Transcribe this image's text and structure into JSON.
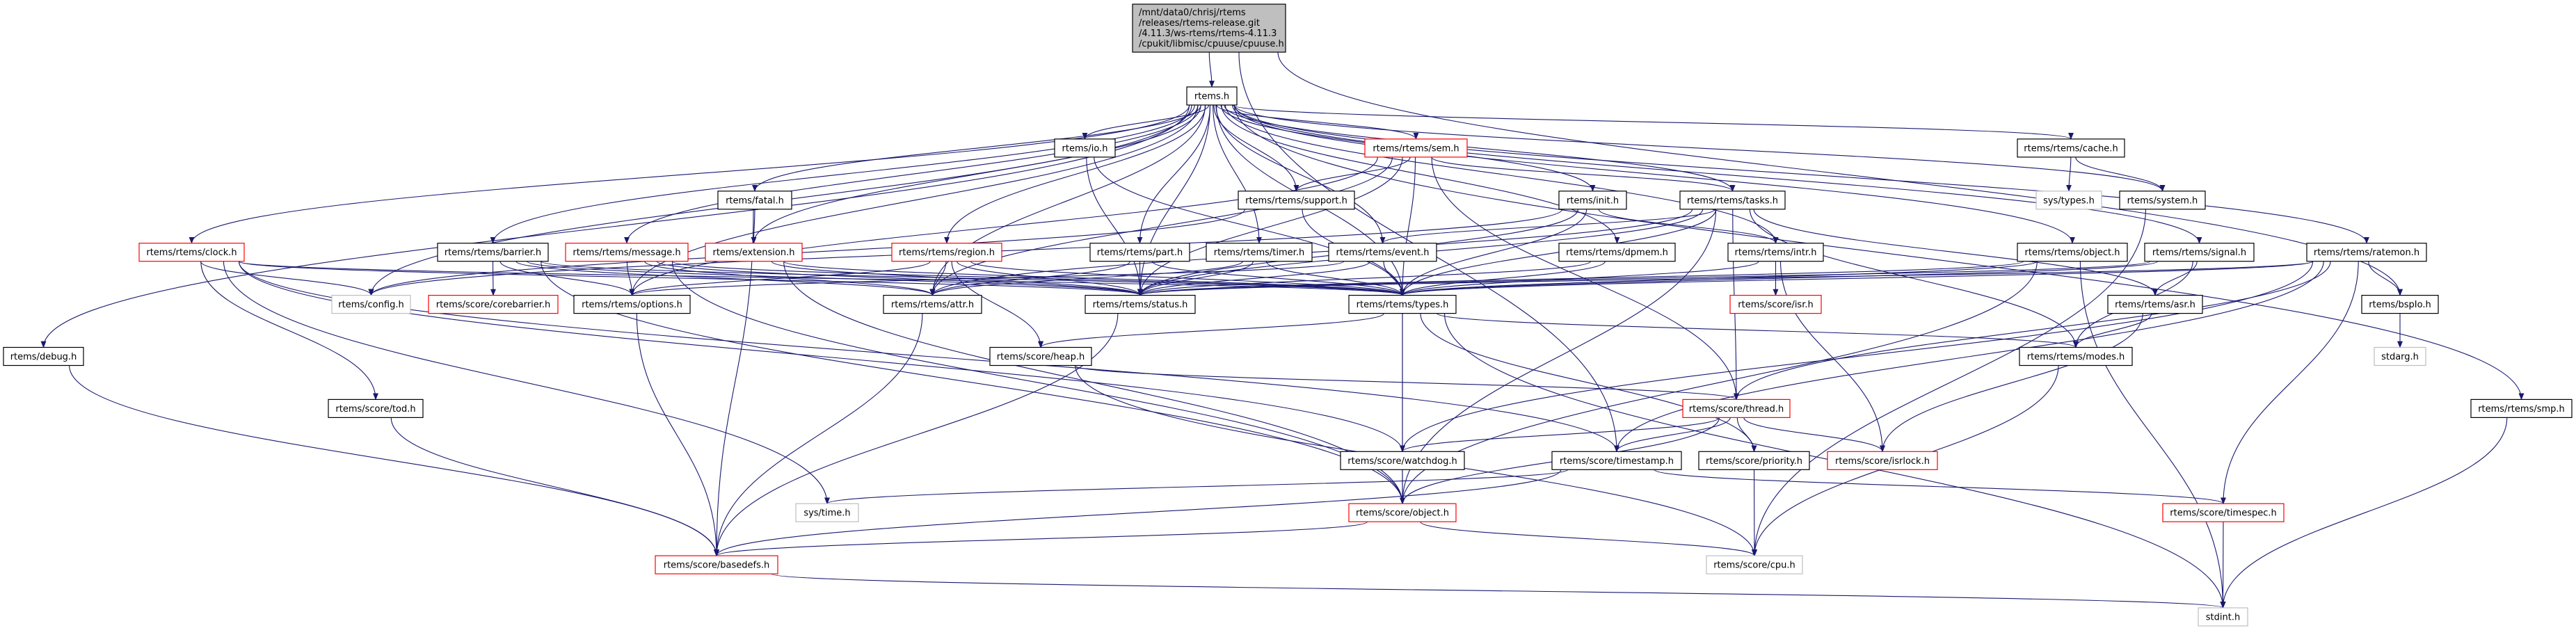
{
  "graph": {
    "root": {
      "id": "root",
      "lines": [
        "/mnt/data0/chrisj/rtems",
        "/releases/rtems-release.git",
        "/4.11.3/ws-rtems/rtems-4.11.3",
        "/cpukit/libmisc/cpuuse/cpuuse.h"
      ],
      "fill": "#bfbfbf"
    },
    "colors": {
      "edge": "#191970",
      "documented_border": "#000000",
      "truncated_border": "#ff0000",
      "undocumented_border": "#bfbfbf"
    },
    "nodes": [
      {
        "id": "rtems",
        "label": "rtems.h",
        "kind": "documented"
      },
      {
        "id": "io",
        "label": "rtems/io.h",
        "kind": "documented"
      },
      {
        "id": "sem",
        "label": "rtems/rtems/sem.h",
        "kind": "truncated"
      },
      {
        "id": "cache",
        "label": "rtems/rtems/cache.h",
        "kind": "documented"
      },
      {
        "id": "fatal",
        "label": "rtems/fatal.h",
        "kind": "documented"
      },
      {
        "id": "support",
        "label": "rtems/rtems/support.h",
        "kind": "documented"
      },
      {
        "id": "init",
        "label": "rtems/init.h",
        "kind": "documented"
      },
      {
        "id": "tasks",
        "label": "rtems/rtems/tasks.h",
        "kind": "documented"
      },
      {
        "id": "systypes",
        "label": "sys/types.h",
        "kind": "undocumented"
      },
      {
        "id": "system",
        "label": "rtems/system.h",
        "kind": "documented"
      },
      {
        "id": "clock",
        "label": "rtems/rtems/clock.h",
        "kind": "truncated"
      },
      {
        "id": "barrier",
        "label": "rtems/rtems/barrier.h",
        "kind": "documented"
      },
      {
        "id": "message",
        "label": "rtems/rtems/message.h",
        "kind": "truncated"
      },
      {
        "id": "extension",
        "label": "rtems/extension.h",
        "kind": "truncated"
      },
      {
        "id": "region",
        "label": "rtems/rtems/region.h",
        "kind": "truncated"
      },
      {
        "id": "part",
        "label": "rtems/rtems/part.h",
        "kind": "documented"
      },
      {
        "id": "timer",
        "label": "rtems/rtems/timer.h",
        "kind": "documented"
      },
      {
        "id": "event",
        "label": "rtems/rtems/event.h",
        "kind": "documented"
      },
      {
        "id": "dpmem",
        "label": "rtems/rtems/dpmem.h",
        "kind": "documented"
      },
      {
        "id": "intr",
        "label": "rtems/rtems/intr.h",
        "kind": "documented"
      },
      {
        "id": "object",
        "label": "rtems/rtems/object.h",
        "kind": "documented"
      },
      {
        "id": "signal",
        "label": "rtems/rtems/signal.h",
        "kind": "documented"
      },
      {
        "id": "ratemon",
        "label": "rtems/rtems/ratemon.h",
        "kind": "documented"
      },
      {
        "id": "config",
        "label": "rtems/config.h",
        "kind": "undocumented"
      },
      {
        "id": "corebarrier",
        "label": "rtems/score/corebarrier.h",
        "kind": "truncated"
      },
      {
        "id": "options",
        "label": "rtems/rtems/options.h",
        "kind": "documented"
      },
      {
        "id": "attr",
        "label": "rtems/rtems/attr.h",
        "kind": "documented"
      },
      {
        "id": "status",
        "label": "rtems/rtems/status.h",
        "kind": "documented"
      },
      {
        "id": "types",
        "label": "rtems/rtems/types.h",
        "kind": "documented"
      },
      {
        "id": "isr",
        "label": "rtems/score/isr.h",
        "kind": "truncated"
      },
      {
        "id": "asr",
        "label": "rtems/rtems/asr.h",
        "kind": "documented"
      },
      {
        "id": "bspio",
        "label": "rtems/bspIo.h",
        "kind": "documented"
      },
      {
        "id": "debug",
        "label": "rtems/debug.h",
        "kind": "documented"
      },
      {
        "id": "heap",
        "label": "rtems/score/heap.h",
        "kind": "documented"
      },
      {
        "id": "modes",
        "label": "rtems/rtems/modes.h",
        "kind": "documented"
      },
      {
        "id": "stdarg",
        "label": "stdarg.h",
        "kind": "undocumented"
      },
      {
        "id": "tod",
        "label": "rtems/score/tod.h",
        "kind": "documented"
      },
      {
        "id": "thread",
        "label": "rtems/score/thread.h",
        "kind": "truncated"
      },
      {
        "id": "smp",
        "label": "rtems/rtems/smp.h",
        "kind": "documented"
      },
      {
        "id": "watchdog",
        "label": "rtems/score/watchdog.h",
        "kind": "documented"
      },
      {
        "id": "timestamp",
        "label": "rtems/score/timestamp.h",
        "kind": "documented"
      },
      {
        "id": "priority",
        "label": "rtems/score/priority.h",
        "kind": "documented"
      },
      {
        "id": "isrlock",
        "label": "rtems/score/isrlock.h",
        "kind": "truncated"
      },
      {
        "id": "systime",
        "label": "sys/time.h",
        "kind": "undocumented"
      },
      {
        "id": "scoreobject",
        "label": "rtems/score/object.h",
        "kind": "truncated"
      },
      {
        "id": "timespec",
        "label": "rtems/score/timespec.h",
        "kind": "truncated"
      },
      {
        "id": "basedefs",
        "label": "rtems/score/basedefs.h",
        "kind": "truncated"
      },
      {
        "id": "cpu",
        "label": "rtems/score/cpu.h",
        "kind": "undocumented"
      },
      {
        "id": "stdint",
        "label": "stdint.h",
        "kind": "undocumented"
      }
    ],
    "edges": [
      [
        "root",
        "rtems"
      ],
      [
        "root",
        "timestamp"
      ],
      [
        "root",
        "bspio"
      ],
      [
        "rtems",
        "config"
      ],
      [
        "rtems",
        "debug"
      ],
      [
        "rtems",
        "clock"
      ],
      [
        "rtems",
        "fatal"
      ],
      [
        "rtems",
        "barrier"
      ],
      [
        "rtems",
        "message"
      ],
      [
        "rtems",
        "extension"
      ],
      [
        "rtems",
        "region"
      ],
      [
        "rtems",
        "io"
      ],
      [
        "rtems",
        "part"
      ],
      [
        "rtems",
        "timer"
      ],
      [
        "rtems",
        "support"
      ],
      [
        "rtems",
        "sem"
      ],
      [
        "rtems",
        "event"
      ],
      [
        "rtems",
        "init"
      ],
      [
        "rtems",
        "tasks"
      ],
      [
        "rtems",
        "dpmem"
      ],
      [
        "rtems",
        "intr"
      ],
      [
        "rtems",
        "object"
      ],
      [
        "rtems",
        "signal"
      ],
      [
        "rtems",
        "ratemon"
      ],
      [
        "rtems",
        "cache"
      ],
      [
        "rtems",
        "system"
      ],
      [
        "rtems",
        "smp"
      ],
      [
        "rtems",
        "types"
      ],
      [
        "rtems",
        "status"
      ],
      [
        "rtems",
        "attr"
      ],
      [
        "rtems",
        "options"
      ],
      [
        "io",
        "status"
      ],
      [
        "io",
        "types"
      ],
      [
        "fatal",
        "extension"
      ],
      [
        "fatal",
        "basedefs"
      ],
      [
        "clock",
        "config"
      ],
      [
        "clock",
        "types"
      ],
      [
        "clock",
        "status"
      ],
      [
        "clock",
        "tod"
      ],
      [
        "clock",
        "systime"
      ],
      [
        "clock",
        "watchdog"
      ],
      [
        "clock",
        "timestamp"
      ],
      [
        "barrier",
        "corebarrier"
      ],
      [
        "barrier",
        "options"
      ],
      [
        "barrier",
        "attr"
      ],
      [
        "barrier",
        "status"
      ],
      [
        "barrier",
        "types"
      ],
      [
        "barrier",
        "scoreobject"
      ],
      [
        "message",
        "options"
      ],
      [
        "message",
        "attr"
      ],
      [
        "message",
        "status"
      ],
      [
        "message",
        "types"
      ],
      [
        "message",
        "scoreobject"
      ],
      [
        "extension",
        "status"
      ],
      [
        "extension",
        "types"
      ],
      [
        "extension",
        "scoreobject"
      ],
      [
        "region",
        "attr"
      ],
      [
        "region",
        "options"
      ],
      [
        "region",
        "status"
      ],
      [
        "region",
        "types"
      ],
      [
        "region",
        "heap"
      ],
      [
        "part",
        "attr"
      ],
      [
        "part",
        "status"
      ],
      [
        "part",
        "types"
      ],
      [
        "timer",
        "attr"
      ],
      [
        "timer",
        "status"
      ],
      [
        "timer",
        "types"
      ],
      [
        "support",
        "types"
      ],
      [
        "support",
        "config"
      ],
      [
        "sem",
        "support"
      ],
      [
        "sem",
        "tasks"
      ],
      [
        "sem",
        "types"
      ],
      [
        "sem",
        "attr"
      ],
      [
        "sem",
        "options"
      ],
      [
        "sem",
        "status"
      ],
      [
        "sem",
        "thread"
      ],
      [
        "event",
        "types"
      ],
      [
        "event",
        "options"
      ],
      [
        "event",
        "status"
      ],
      [
        "init",
        "types"
      ],
      [
        "init",
        "config"
      ],
      [
        "init",
        "intr"
      ],
      [
        "init",
        "status"
      ],
      [
        "tasks",
        "types"
      ],
      [
        "tasks",
        "attr"
      ],
      [
        "tasks",
        "status"
      ],
      [
        "tasks",
        "modes"
      ],
      [
        "tasks",
        "thread"
      ],
      [
        "tasks",
        "scoreobject"
      ],
      [
        "tasks",
        "event"
      ],
      [
        "tasks",
        "asr"
      ],
      [
        "dpmem",
        "types"
      ],
      [
        "dpmem",
        "status"
      ],
      [
        "intr",
        "isr"
      ],
      [
        "intr",
        "isrlock"
      ],
      [
        "intr",
        "types"
      ],
      [
        "object",
        "types"
      ],
      [
        "object",
        "status"
      ],
      [
        "object",
        "scoreobject"
      ],
      [
        "object",
        "stdint"
      ],
      [
        "signal",
        "types"
      ],
      [
        "signal",
        "status"
      ],
      [
        "signal",
        "asr"
      ],
      [
        "signal",
        "modes"
      ],
      [
        "ratemon",
        "types"
      ],
      [
        "ratemon",
        "status"
      ],
      [
        "ratemon",
        "bspio"
      ],
      [
        "ratemon",
        "thread"
      ],
      [
        "ratemon",
        "timestamp"
      ],
      [
        "ratemon",
        "timespec"
      ],
      [
        "ratemon",
        "watchdog"
      ],
      [
        "cache",
        "systypes"
      ],
      [
        "cache",
        "system"
      ],
      [
        "system",
        "cpu"
      ],
      [
        "asr",
        "modes"
      ],
      [
        "asr",
        "isrlock"
      ],
      [
        "bspio",
        "stdarg"
      ],
      [
        "smp",
        "stdint"
      ],
      [
        "attr",
        "basedefs"
      ],
      [
        "status",
        "basedefs"
      ],
      [
        "options",
        "basedefs"
      ],
      [
        "types",
        "heap"
      ],
      [
        "types",
        "modes"
      ],
      [
        "types",
        "watchdog"
      ],
      [
        "types",
        "scoreobject"
      ],
      [
        "types",
        "priority"
      ],
      [
        "types",
        "stdint"
      ],
      [
        "heap",
        "thread"
      ],
      [
        "heap",
        "cpu"
      ],
      [
        "modes",
        "cpu"
      ],
      [
        "tod",
        "basedefs"
      ],
      [
        "debug",
        "basedefs"
      ],
      [
        "thread",
        "watchdog"
      ],
      [
        "thread",
        "timestamp"
      ],
      [
        "thread",
        "priority"
      ],
      [
        "thread",
        "isrlock"
      ],
      [
        "thread",
        "scoreobject"
      ],
      [
        "watchdog",
        "scoreobject"
      ],
      [
        "timestamp",
        "systime"
      ],
      [
        "timestamp",
        "basedefs"
      ],
      [
        "timestamp",
        "timespec"
      ],
      [
        "priority",
        "cpu"
      ],
      [
        "scoreobject",
        "basedefs"
      ],
      [
        "scoreobject",
        "cpu"
      ],
      [
        "timespec",
        "stdint"
      ],
      [
        "basedefs",
        "stdint"
      ]
    ]
  }
}
